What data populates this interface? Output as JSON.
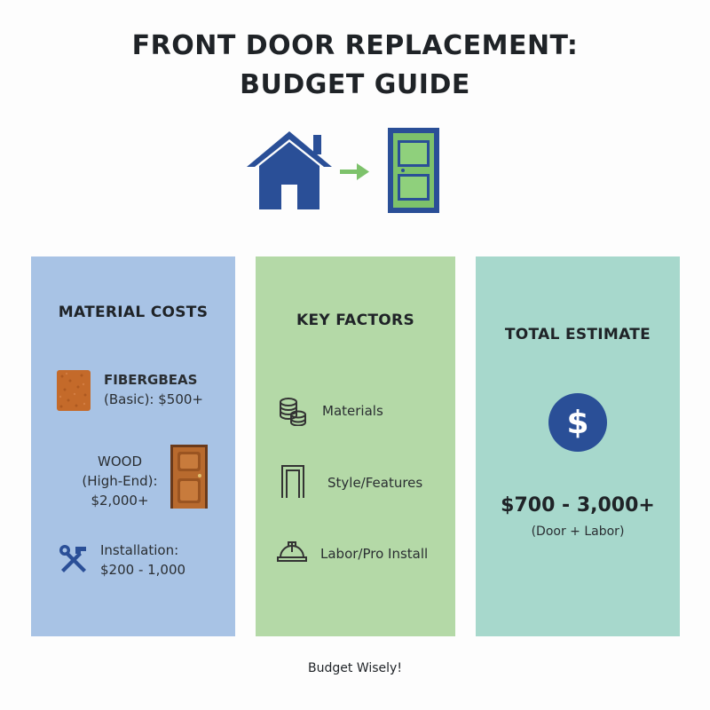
{
  "title": {
    "line1": "FRONT DOOR REPLACEMENT:",
    "line2": "BUDGET GUIDE"
  },
  "hero": {
    "icons": [
      "house-icon",
      "arrow-right-icon",
      "door-icon"
    ],
    "colors": {
      "navy": "#2a4f97",
      "green": "#7dc26b"
    }
  },
  "panels": {
    "material_costs": {
      "heading": "MATERIAL COSTS",
      "color": "#a8c3e5",
      "items": [
        {
          "icon": "fiberglass-swatch-icon",
          "label": "FIBERGBEAS",
          "detail": "(Basic): $500+"
        },
        {
          "icon": "wood-door-icon",
          "label": "WOOD",
          "detail": "(High-End):",
          "price": "$2,000+"
        },
        {
          "icon": "tools-icon",
          "label": "Installation:",
          "detail": "$200 - 1,000"
        }
      ]
    },
    "key_factors": {
      "heading": "KEY FACTORS",
      "color": "#b4d9a7",
      "items": [
        {
          "icon": "coins-icon",
          "label": "Materials"
        },
        {
          "icon": "door-frame-icon",
          "label": "Style/Features"
        },
        {
          "icon": "hard-hat-icon",
          "label": "Labor/Pro Install"
        }
      ]
    },
    "total_estimate": {
      "heading": "TOTAL ESTIMATE",
      "color": "#a7d8cc",
      "icon": "dollar-icon",
      "range": "$700 - 3,000+",
      "note": "(Door + Labor)"
    }
  },
  "footer": "Budget Wisely!"
}
